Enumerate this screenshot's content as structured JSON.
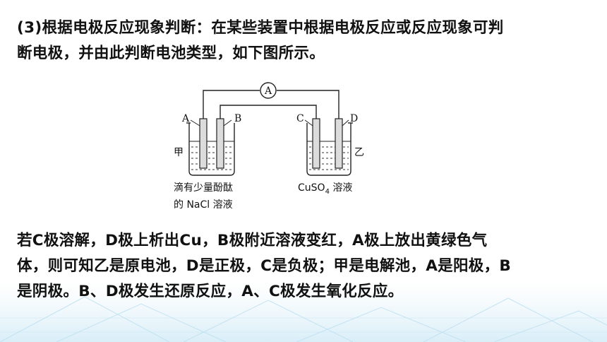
{
  "paragraph1": {
    "line1": "(3)根据电极反应现象判断：在某些装置中根据电极反应或反应现象可判",
    "line2": "断电极，并由此判断电池类型，如下图所示。"
  },
  "diagram": {
    "meter": "A",
    "electrodes": {
      "a": "A",
      "b": "B",
      "c": "C",
      "d": "D"
    },
    "beaker_left": "甲",
    "beaker_right": "乙",
    "caption_left_line1": "滴有少量酚酞",
    "caption_left_line2": "的 NaCl 溶液",
    "caption_right_main": "CuSO",
    "caption_right_sub": "4",
    "caption_right_tail": " 溶液"
  },
  "paragraph2": {
    "line1": "若C极溶解，D极上析出Cu，B极附近溶液变红，A极上放出黄绿色气",
    "line2": "体，则可知乙是原电池，D是正极，C是负极；甲是电解池，A是阳极，B",
    "line3": "是阴极。B、D极发生还原反应，A、C极发生氧化反应。"
  }
}
